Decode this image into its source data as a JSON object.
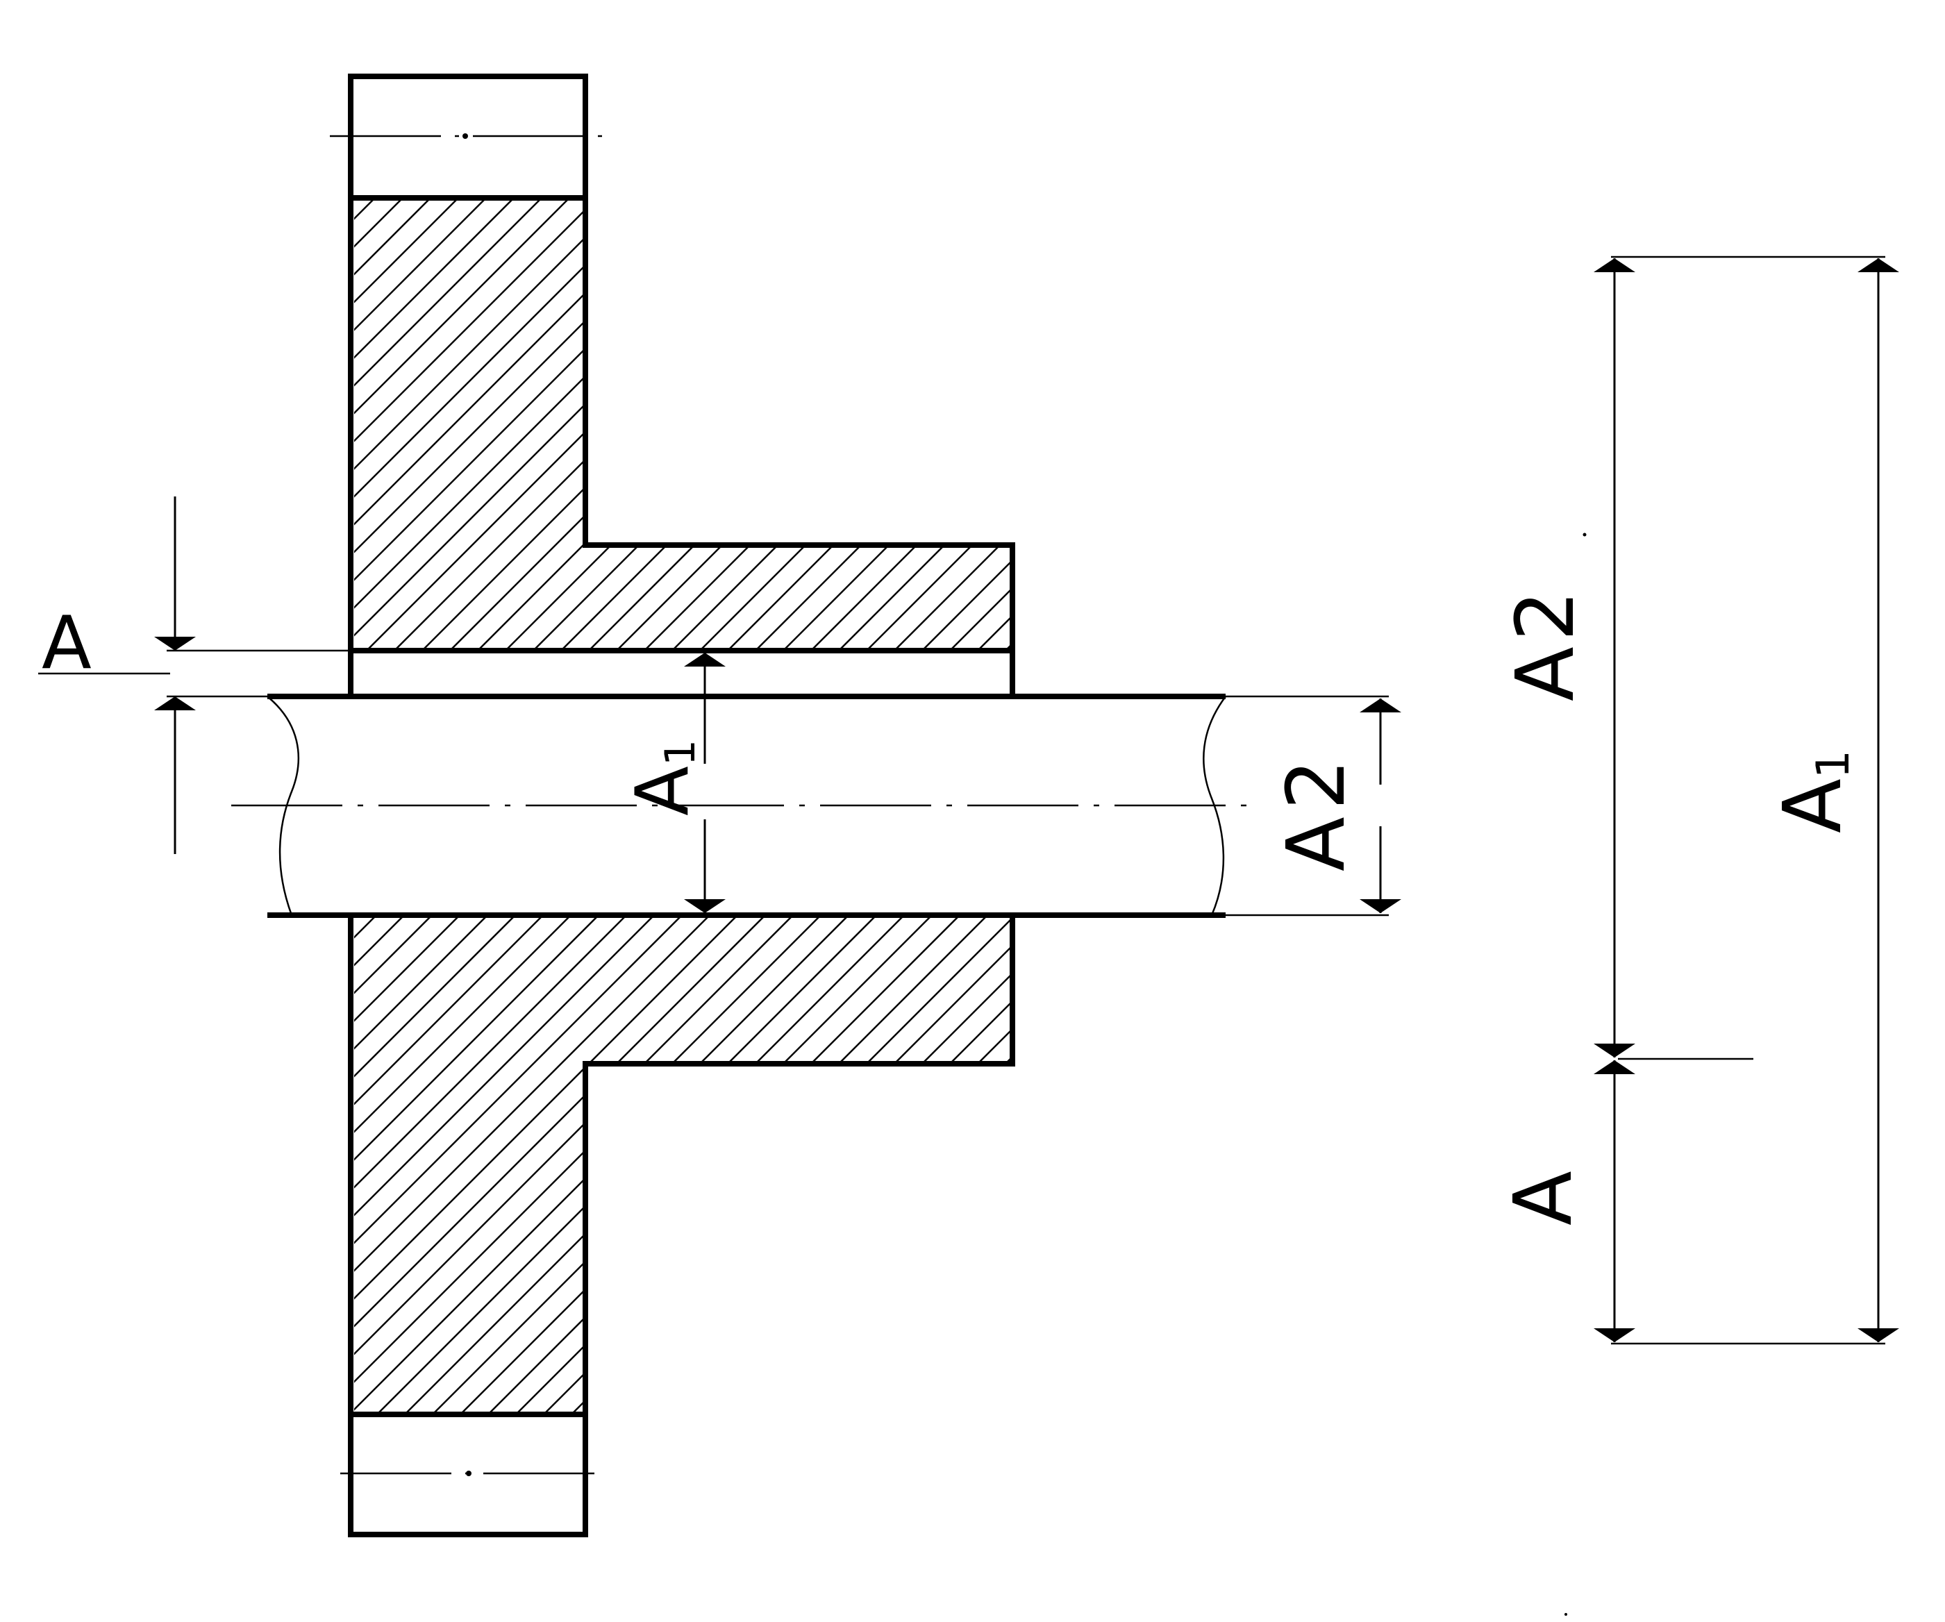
{
  "labels": {
    "gap_a_left": "A",
    "a1_left_base": "A",
    "a1_left_sub": "1",
    "a2_left": "A2",
    "a2_chain_base": "A",
    "a2_chain_sub": "2",
    "a1_chain_base": "A",
    "a1_chain_sub": "1",
    "a_chain": "A"
  },
  "colors": {
    "line": "#000000",
    "background": "#ffffff"
  }
}
